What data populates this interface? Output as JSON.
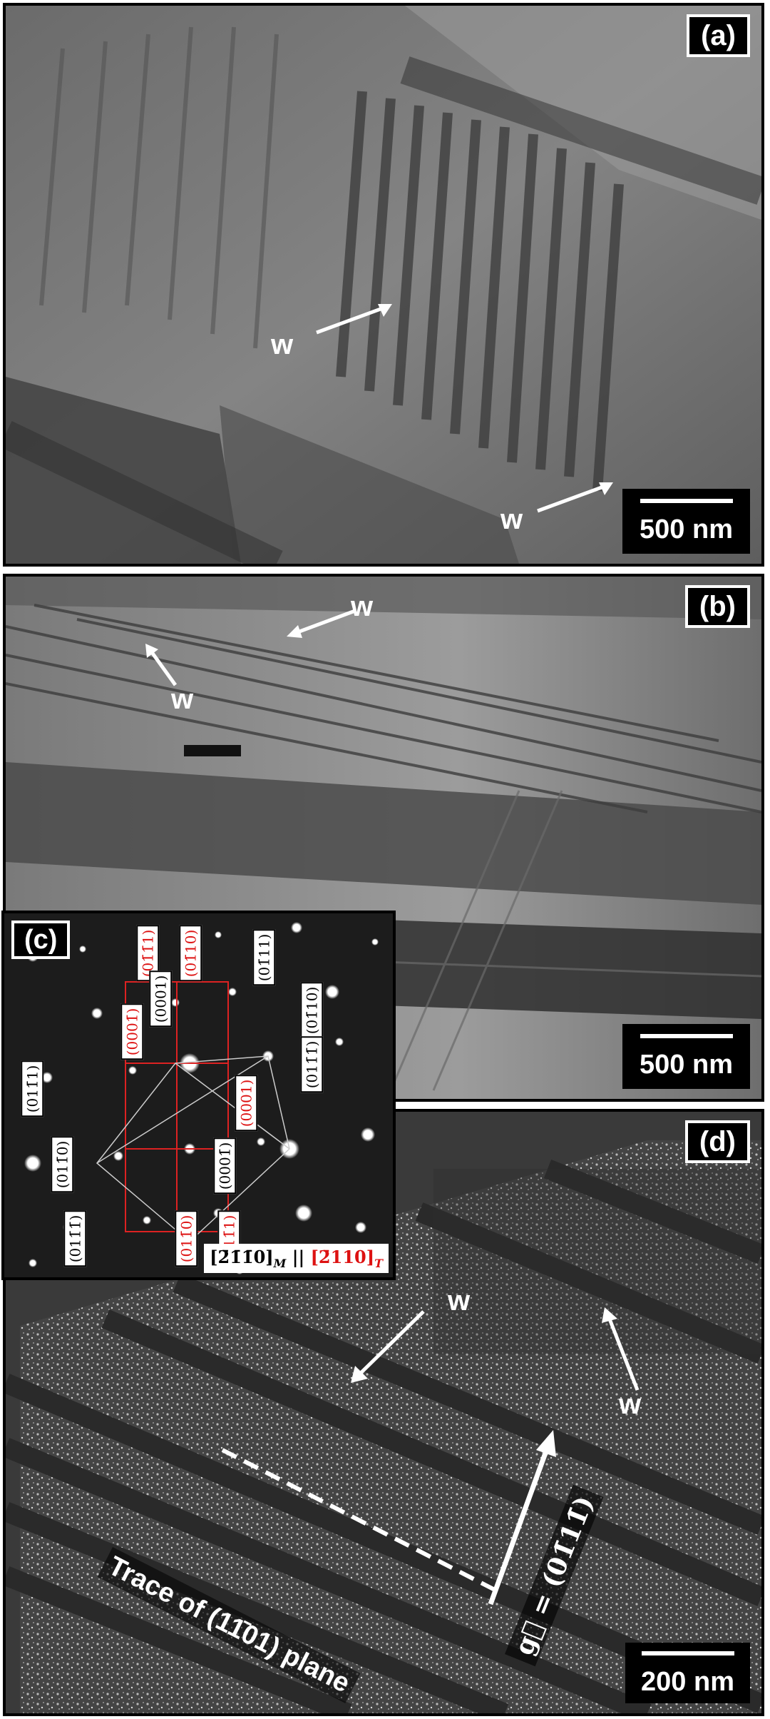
{
  "panels": {
    "a": {
      "label": "(a)",
      "scale": "500 nm",
      "w1": "w",
      "w2": "w"
    },
    "b": {
      "label": "(b)",
      "scale": "500 nm",
      "w1": "w",
      "w2": "w"
    },
    "c": {
      "label": "(c)",
      "zone_axis_black": "[2̄1̄1̄0]",
      "zone_axis_sub_M": "M",
      "zone_axis_sep": "||",
      "zone_axis_red": "[2̄110]",
      "zone_axis_sub_T": "T",
      "indices_red": [
        "(01̄1̄1)",
        "(01̄10)",
        "(0001̄)",
        "(0001)",
        "(011̄0)",
        "(011̄1)"
      ],
      "indices_black": [
        "(01̄11)",
        "(0001)",
        "(01̄10)",
        "(011̄1̄)",
        "(011̄1)",
        "(011̄0)",
        "(011̄1̄)",
        "(0001̄)"
      ]
    },
    "d": {
      "label": "(d)",
      "scale": "200 nm",
      "w1": "w",
      "w2": "w",
      "trace_text": "Trace of (11̄01) plane",
      "g_text": "g⃗ = (01̄11̄)"
    }
  },
  "colors": {
    "index_red": "#d11111",
    "arrow": "#ffffff"
  }
}
